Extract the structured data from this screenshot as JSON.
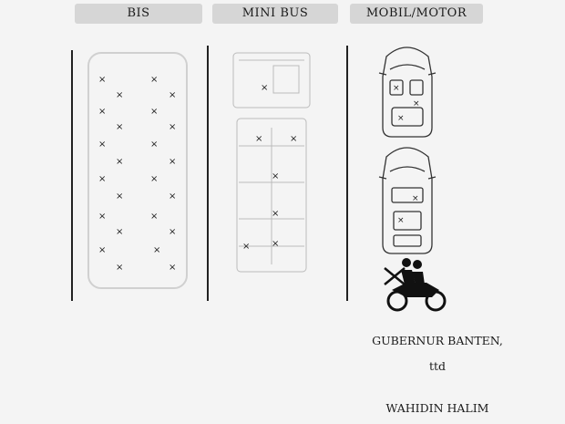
{
  "headers": {
    "bis": "BIS",
    "minibus": "MINI BUS",
    "mobil_motor": "MOBIL/MOTOR"
  },
  "signature": {
    "title": "GUBERNUR BANTEN,",
    "ttd": "ttd",
    "name": "WAHIDIN HALIM"
  },
  "icons": [
    "bus-seating-diagram",
    "minibus-seating-diagram",
    "car-seating-diagram",
    "motorcycle-icon"
  ],
  "colors": {
    "ink": "#1a1a1a",
    "header_bg": "#d6d6d6",
    "paper": "#f4f4f4"
  }
}
